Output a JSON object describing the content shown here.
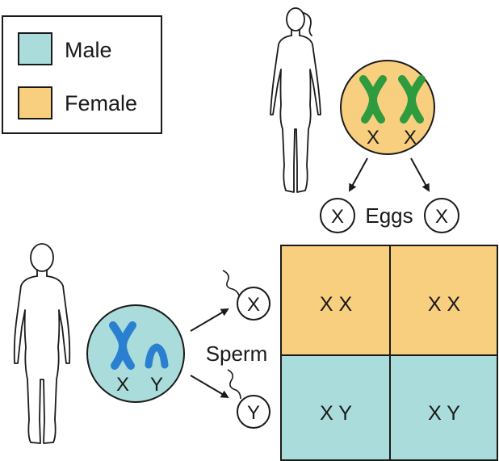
{
  "legend": {
    "male_label": "Male",
    "female_label": "Female"
  },
  "female_karyotype": {
    "label_1": "X",
    "label_2": "X"
  },
  "eggs": {
    "egg_1": "X",
    "label": "Eggs",
    "egg_2": "X"
  },
  "male_karyotype": {
    "label_1": "X",
    "label_2": "Y"
  },
  "sperm": {
    "sperm_1": "X",
    "label": "Sperm",
    "sperm_2": "Y"
  },
  "punnett": {
    "cells": [
      [
        "X X",
        "X X"
      ],
      [
        "X Y",
        "X Y"
      ]
    ]
  },
  "colors": {
    "male": "#a9dcda",
    "female": "#f7cf7e",
    "x_chromosome_female": "#2e9b3e",
    "x_chromosome_male": "#2a7fd0",
    "outline": "#1a1a1a"
  }
}
